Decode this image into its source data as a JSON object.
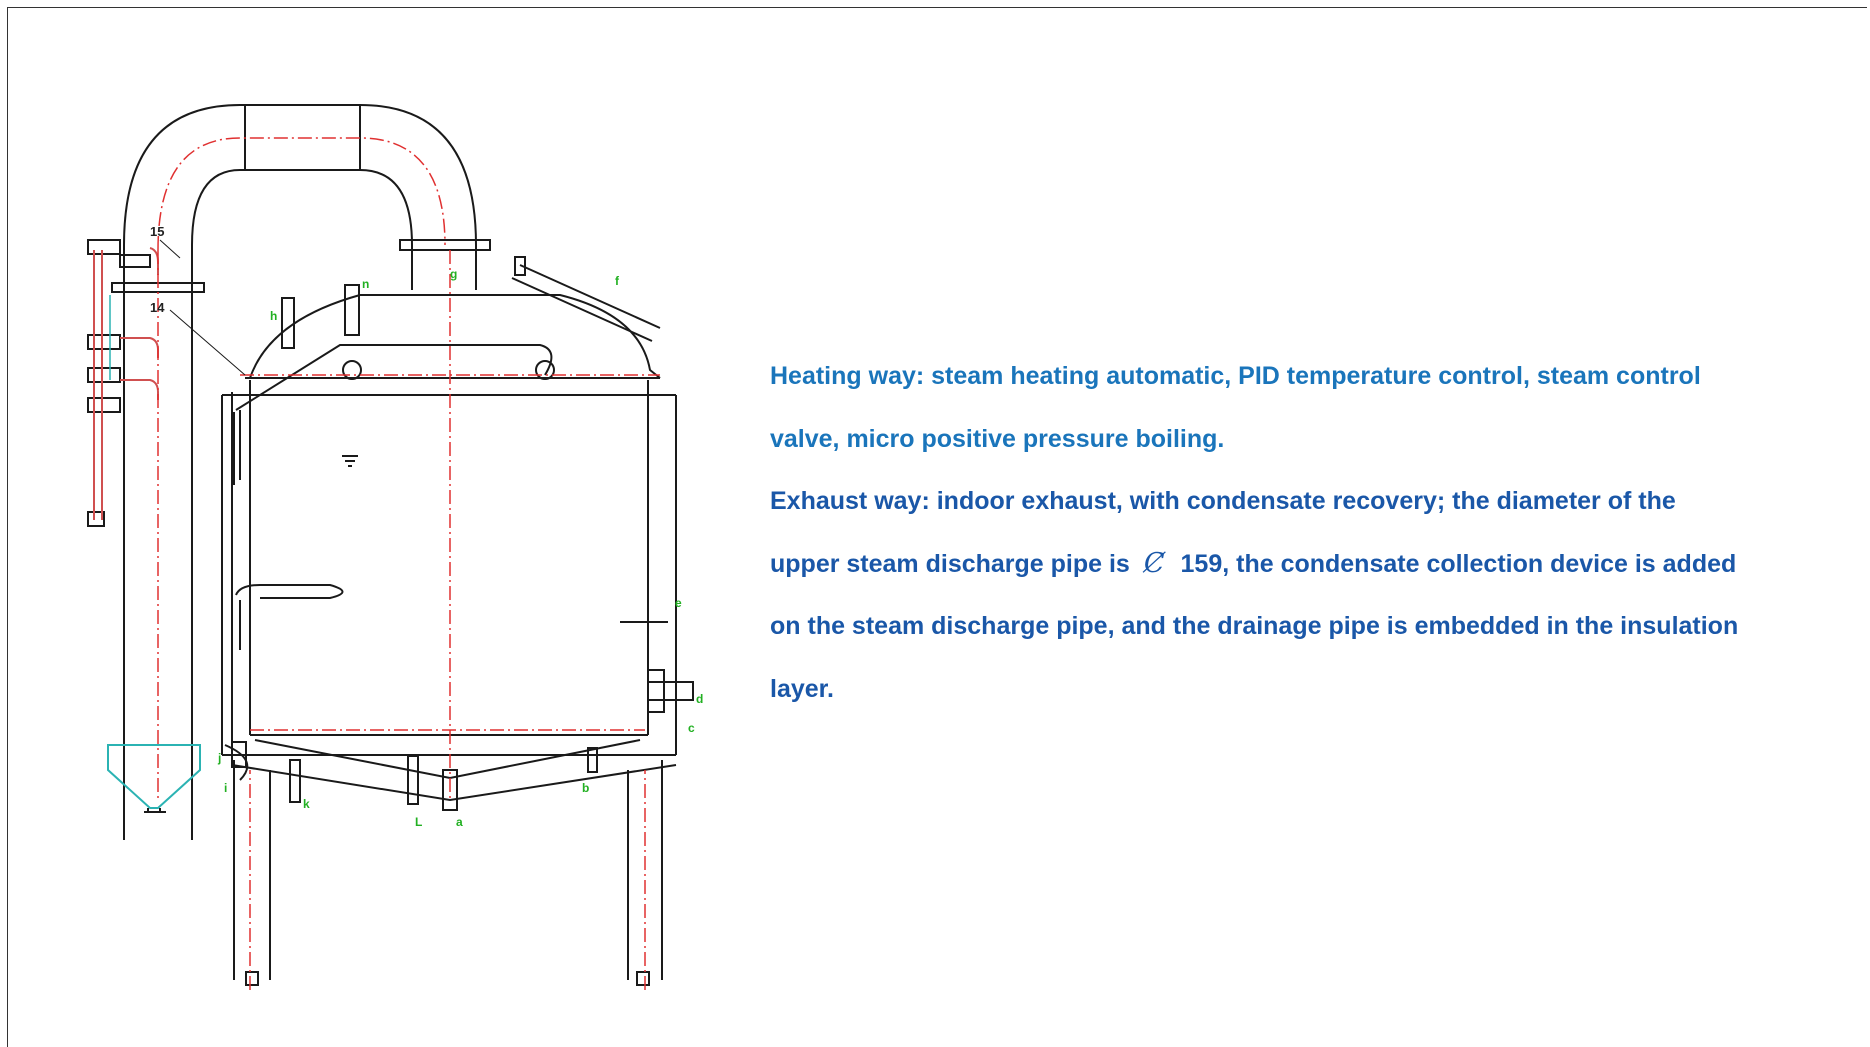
{
  "drawing": {
    "part_labels": {
      "a": "a",
      "b": "b",
      "c": "c",
      "d": "d",
      "e": "e",
      "f": "f",
      "g": "g",
      "h": "h",
      "i": "i",
      "j": "j",
      "k": "k",
      "l": "L",
      "n": "n"
    },
    "callouts": {
      "n15": "15",
      "n14": "14"
    }
  },
  "description": {
    "heating_line1": "Heating way: steam heating automatic, PID temperature control, steam control",
    "heating_line2": "valve, micro positive pressure boiling.",
    "exhaust_line1": "Exhaust way: indoor exhaust, with condensate recovery; the diameter of the",
    "exhaust_line2_before": "upper steam discharge pipe is",
    "exhaust_symbol": "Ȼ",
    "exhaust_line2_after": "159, the condensate collection device is added",
    "exhaust_line3": "on the steam discharge pipe, and the drainage pipe is embedded in the insulation",
    "exhaust_line4": "layer."
  },
  "colors": {
    "heating_text": "#1a75bb",
    "exhaust_text": "#1a57a8",
    "centerline": "#e03030",
    "label_green": "#22b022",
    "line_dark": "#1a1a1a",
    "cyan_detail": "#2bb3b3"
  }
}
